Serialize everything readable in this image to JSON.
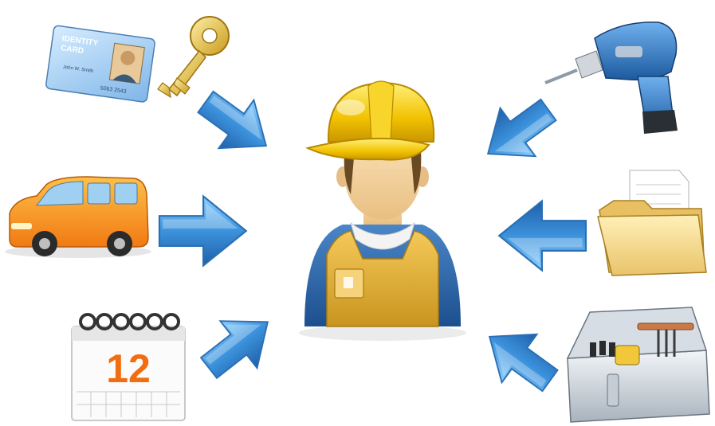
{
  "diagram": {
    "center": {
      "icon": "worker-icon"
    },
    "items": [
      {
        "id": "id-card",
        "icon": "id-card-icon",
        "card_title_line1": "IDENTITY",
        "card_title_line2": "CARD",
        "card_name": "John W. Smith",
        "card_number": "5063 2543"
      },
      {
        "id": "key",
        "icon": "key-icon"
      },
      {
        "id": "van",
        "icon": "van-icon"
      },
      {
        "id": "calendar",
        "icon": "calendar-icon",
        "day": "12"
      },
      {
        "id": "drill",
        "icon": "drill-icon"
      },
      {
        "id": "folder",
        "icon": "folder-icon"
      },
      {
        "id": "toolbox",
        "icon": "toolbox-icon"
      }
    ],
    "arrow_color": "#3b8fd6",
    "helmet_color": "#f2c200"
  }
}
